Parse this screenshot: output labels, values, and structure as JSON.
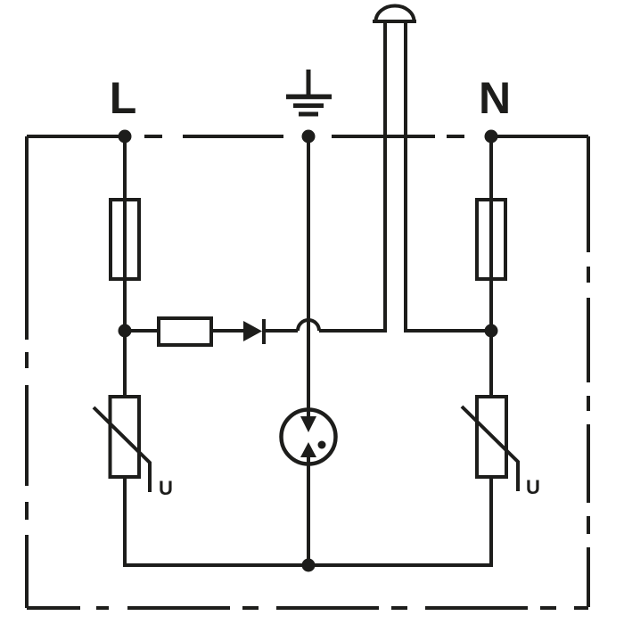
{
  "diagram": {
    "labels": {
      "terminal_line": "L",
      "terminal_neutral": "N",
      "varistor_left": "U",
      "varistor_right": "U"
    },
    "colors": {
      "stroke": "#1d1d1b",
      "background": "#ffffff"
    },
    "symbols": {
      "terminal_ground": "earth-ground-icon",
      "fuse_left": "fuse-icon",
      "fuse_right": "fuse-icon",
      "varistor_left": "varistor-icon",
      "varistor_right": "varistor-icon",
      "series_resistor": "resistor-icon",
      "series_diode": "diode-icon",
      "gas_discharge_tube": "gas-discharge-tube-icon",
      "status_indicator": "indicator-dome-icon",
      "enclosure": "dash-dot-enclosure-border",
      "junctions": "junction-dot",
      "wire_crossover": "crossover-hop"
    }
  }
}
